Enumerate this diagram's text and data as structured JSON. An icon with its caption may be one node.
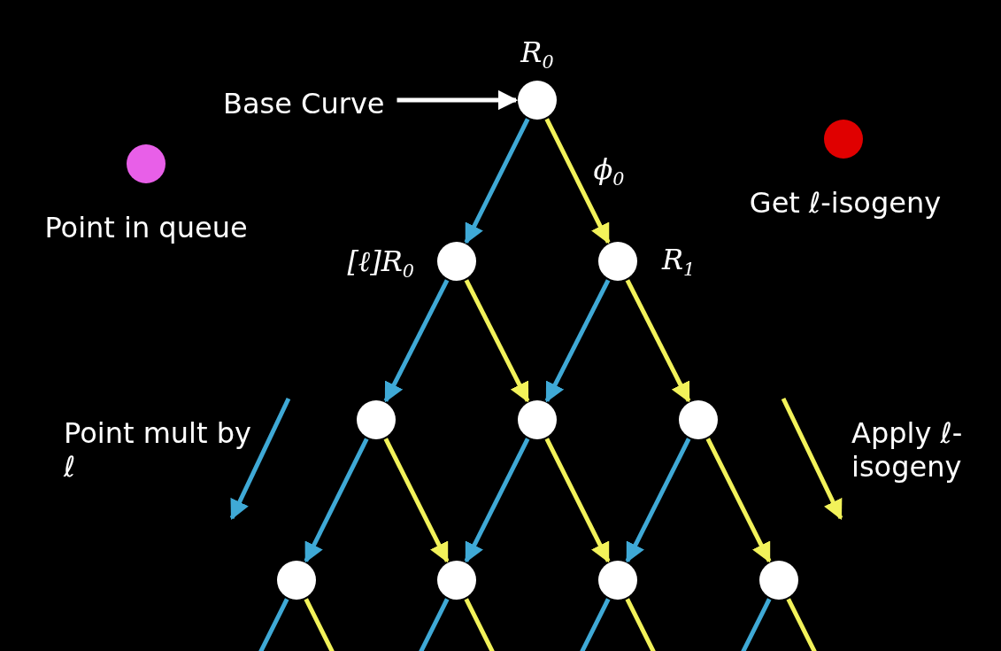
{
  "diagram": {
    "nodes": [
      {
        "text": [],
        "shape": "circle",
        "beside": [
          "R$_{0}$"
        ]
      },
      {
        "text": [],
        "shape": "circle",
        "beside": [
          "[ℓ]R$_{0}$"
        ]
      },
      {
        "text": [],
        "shape": "circle",
        "beside": [
          "R$_{1}$"
        ]
      },
      {
        "text": [],
        "shape": "circle"
      },
      {
        "text": [],
        "shape": "circle"
      },
      {
        "text": [],
        "shape": "circle"
      },
      {
        "text": [],
        "shape": "circle"
      },
      {
        "text": [],
        "shape": "circle"
      },
      {
        "text": [],
        "shape": "circle"
      },
      {
        "text": [],
        "shape": "circle"
      },
      {
        "text": [
          "Base Curve"
        ]
      }
    ],
    "edges": [
      {
        "from": 10,
        "to": 0,
        "arrow": "to",
        "color": "#ffffff"
      },
      {
        "from": 0,
        "to": 1,
        "arrow": "to",
        "color": "#3fa9d6"
      },
      {
        "from": 0,
        "to": 2,
        "arrow": "to",
        "color": "#f2f25a",
        "label": "ϕ$_{0}$"
      },
      {
        "from": 1,
        "to": 3,
        "arrow": "to",
        "color": "#3fa9d6"
      },
      {
        "from": 1,
        "to": 4,
        "arrow": "to",
        "color": "#f2f25a"
      },
      {
        "from": 2,
        "to": 4,
        "arrow": "to",
        "color": "#3fa9d6"
      },
      {
        "from": 2,
        "to": 5,
        "arrow": "to",
        "color": "#f2f25a"
      },
      {
        "from": 3,
        "to": 6,
        "arrow": "to",
        "color": "#3fa9d6"
      },
      {
        "from": 3,
        "to": 7,
        "arrow": "to",
        "color": "#f2f25a"
      },
      {
        "from": 4,
        "to": 7,
        "arrow": "to",
        "color": "#3fa9d6"
      },
      {
        "from": 4,
        "to": 8,
        "arrow": "to",
        "color": "#f2f25a"
      },
      {
        "from": 5,
        "to": 8,
        "arrow": "to",
        "color": "#3fa9d6"
      },
      {
        "from": 5,
        "to": 9,
        "arrow": "to",
        "color": "#f2f25a"
      },
      {
        "from": 6,
        "to": null,
        "arrow": "none",
        "color": "#3fa9d6"
      },
      {
        "from": 6,
        "to": null,
        "arrow": "none",
        "color": "#f2f25a"
      },
      {
        "from": 7,
        "to": null,
        "arrow": "none",
        "color": "#3fa9d6"
      },
      {
        "from": 7,
        "to": null,
        "arrow": "none",
        "color": "#f2f25a"
      },
      {
        "from": 8,
        "to": null,
        "arrow": "none",
        "color": "#3fa9d6"
      },
      {
        "from": 8,
        "to": null,
        "arrow": "none",
        "color": "#f2f25a"
      },
      {
        "from": 9,
        "to": null,
        "arrow": "none",
        "color": "#3fa9d6"
      },
      {
        "from": 9,
        "to": null,
        "arrow": "none",
        "color": "#f2f25a"
      }
    ],
    "legend": [
      {
        "text": "Point in queue",
        "color": "#e85fe8"
      },
      {
        "text": "Get ℓ-isogeny",
        "color": "#e00000"
      },
      {
        "text": "Point mult by ℓ"
      },
      {
        "text": "Apply ℓ-isogeny"
      }
    ]
  }
}
